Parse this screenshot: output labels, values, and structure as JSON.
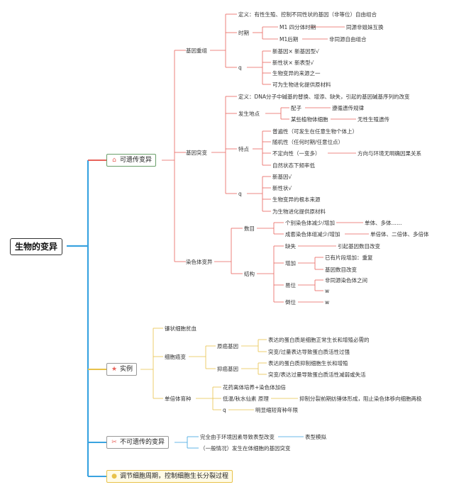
{
  "root": "生物的变异",
  "branches": {
    "heritable": {
      "label": "可遗传变异",
      "recombination": {
        "label": "基因重组",
        "definition": "定义：有性生殖、控制不同性状的基因（非等位）自由组合",
        "timing": "时期",
        "m1_tetrad": "M1 四分体时期",
        "m1_tetrad_note": "同源非姐妹互换",
        "m1_late": "M1后期",
        "m1_late_note": "非同源自由组合",
        "q": "q",
        "q_items": [
          "新基因× 新基因型√",
          "新性状× 新表型√",
          "生物变异的来源之一",
          "可为生物进化提供原材料"
        ]
      },
      "mutation": {
        "label": "基因突变",
        "definition": "定义：DNA分子中碱基的替换、增添、缺失，引起的基因碱基序列的改变",
        "site": "发生地点",
        "gamete": "配子",
        "gamete_note": "遵循遗传规律",
        "somatic": "某些植物体细胞",
        "somatic_note": "无性生殖遗传",
        "features": "特点",
        "feature_items": [
          "普遍性（可发生在任意生物个体上）",
          "随机性（任何时期/任意位点）",
          "不定向性（一变多）",
          "自然状态下频率低"
        ],
        "undirected_note": "方向与环境无明确因果关系",
        "q": "q",
        "q_items": [
          "新基因√",
          "新性状√",
          "生物变异的根本来源",
          "为生物进化提供原材料"
        ]
      },
      "chromosome": {
        "label": "染色体变异",
        "number": "数目",
        "individual": "个别染色体减少/增加",
        "individual_note": "单体、多体……",
        "set": "成套染色体组减少/增加",
        "set_note": "单倍体、二倍体、多倍体",
        "structure": "结构",
        "deletion": "缺失",
        "deletion_note": "引起基因数目改变",
        "duplication": "增加",
        "duplication_note1": "已有片段增加：重复",
        "duplication_note2": "基因数目改变",
        "translocation": "易位",
        "translocation_note1": "非同源染色体之间",
        "translocation_note2": "w",
        "inversion": "倒位",
        "inversion_note": "w"
      }
    },
    "examples": {
      "label": "实例",
      "sickle": "镰状细胞贫血",
      "cancer": "细胞癌变",
      "protooncogene": "原癌基因",
      "proto_note1": "表达的蛋白质是细胞正常生长和增殖必需的",
      "proto_note2": "突变/过量表达导致蛋白质活性过强",
      "suppressor": "抑癌基因",
      "supp_note1": "表达的蛋白质抑制细胞生长和增殖",
      "supp_note2": "突变/表达过量导致蛋白质活性减弱或失活",
      "haploid_breeding": "单倍体育种",
      "hb_item1": "花药离体培养+染色体加倍",
      "hb_item2": "低温/秋水仙素 原理",
      "hb_item2_note": "抑制分裂前期纺锤体形成，阻止染色体移向细胞两极",
      "hb_item3_q": "q",
      "hb_item3": "明显缩短育种年限"
    },
    "nonheritable": {
      "label": "不可遗传的变异",
      "env": "完全由于环境因素导致表型改变",
      "env_note": "表型模拟",
      "somatic": "（一般情况）发生在体细胞的基因突变"
    },
    "cellcycle": {
      "label": "调节细胞周期，控制细胞生长分裂过程"
    }
  },
  "colors": {
    "red": "#e8635b",
    "blue": "#3aa3e0",
    "yellow": "#e8c24a",
    "gray": "#999999"
  },
  "icons": {
    "heritable": "home-icon",
    "examples": "star-icon",
    "nonheritable": "tools-icon",
    "cellcycle": "lightbulb-icon"
  }
}
